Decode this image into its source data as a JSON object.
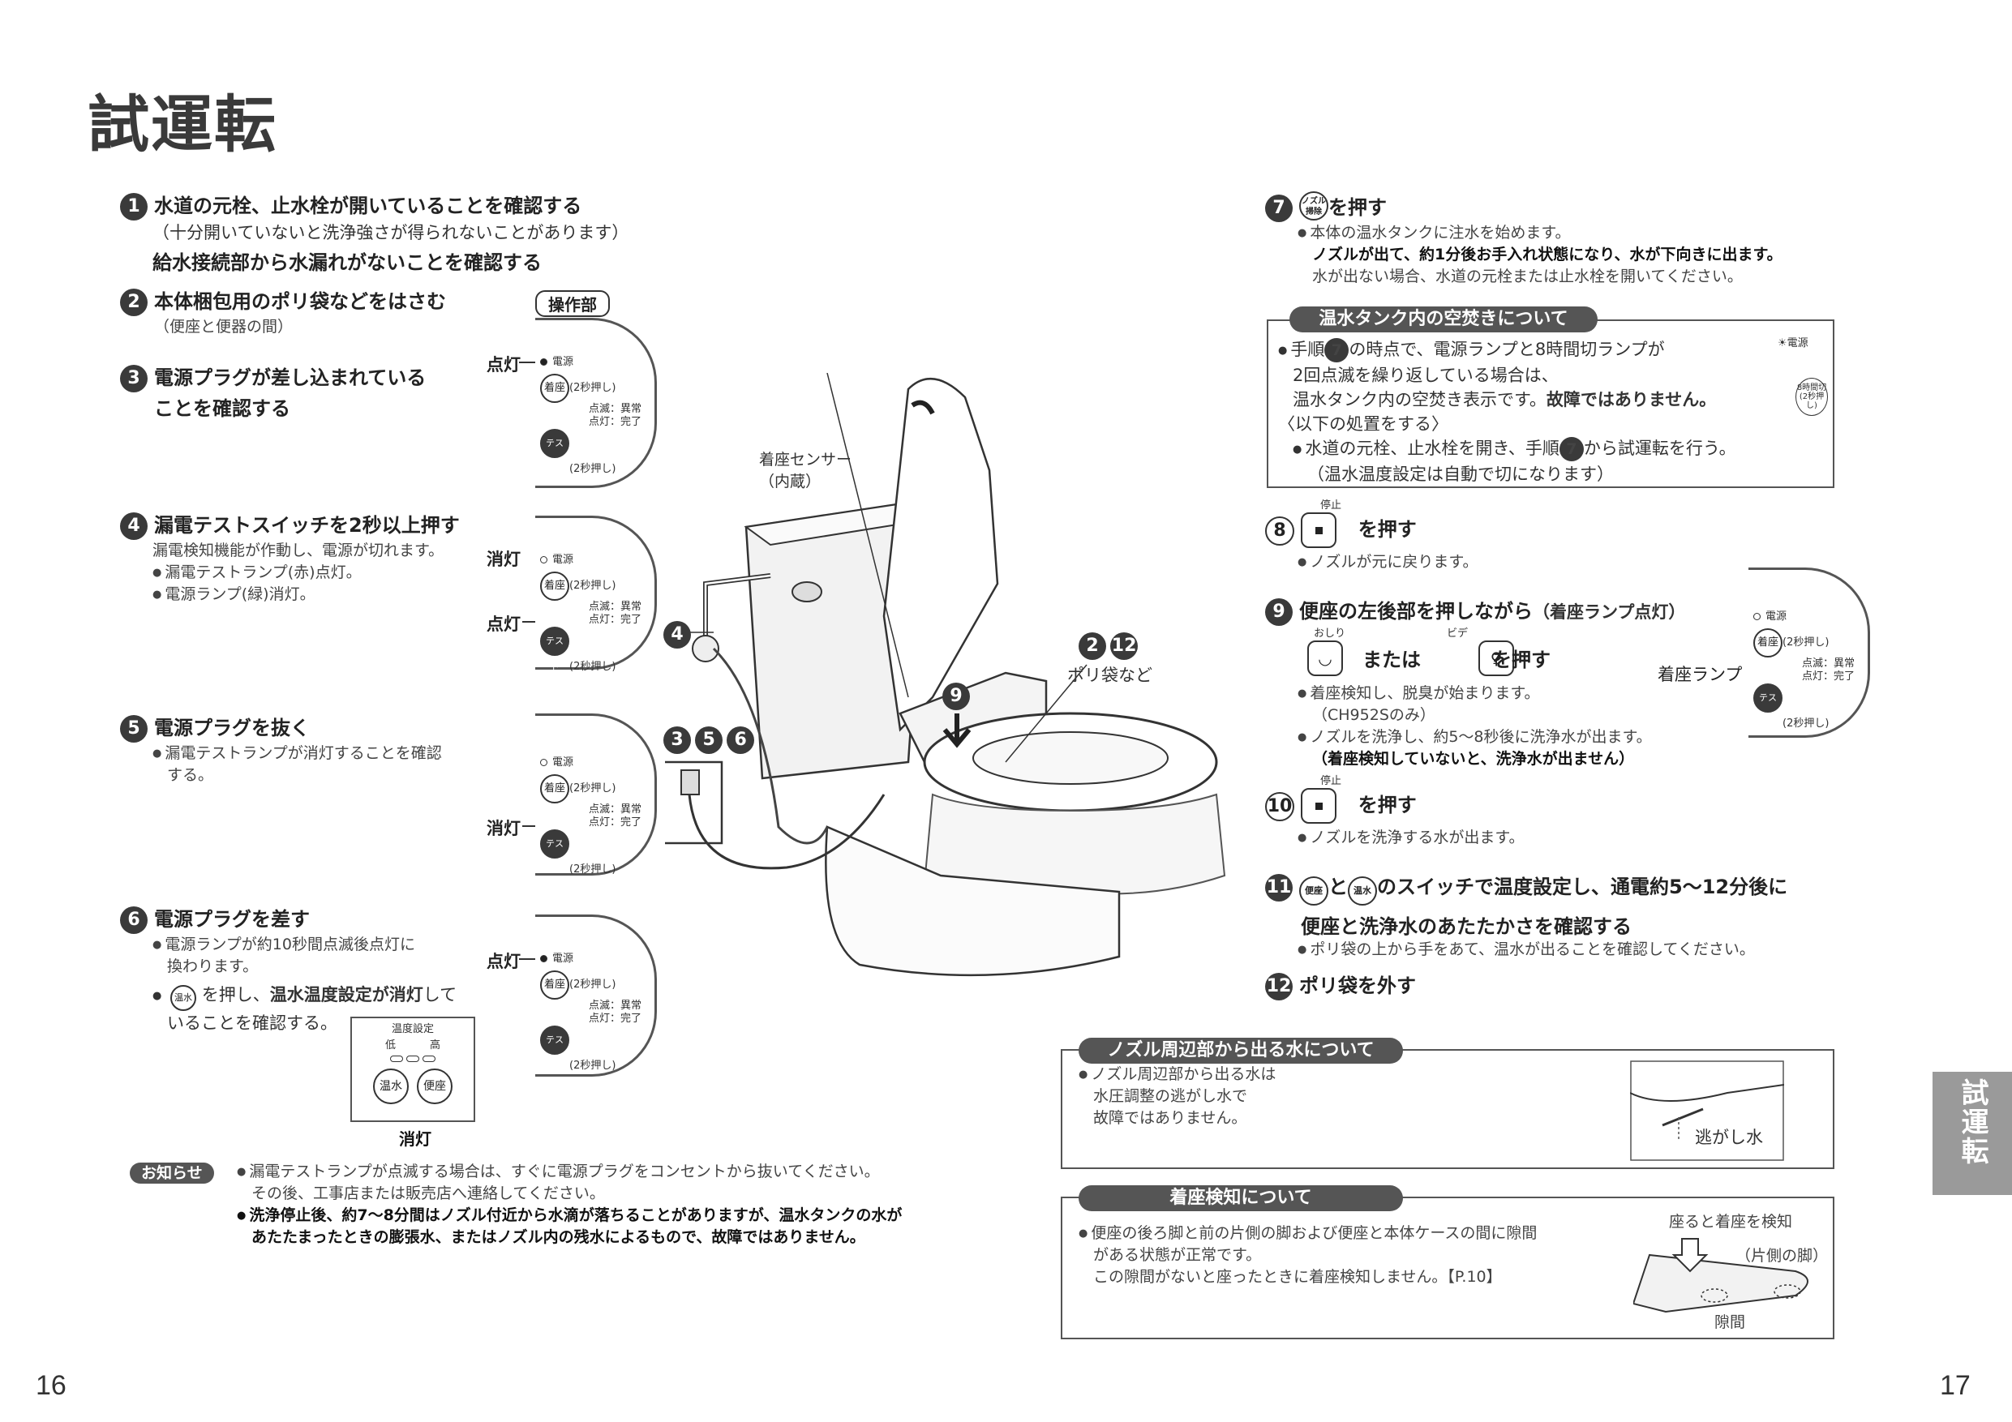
{
  "page": {
    "title": "試運転",
    "page_left": "16",
    "page_right": "17",
    "side_tab": "試運転"
  },
  "steps": {
    "s1": {
      "num": "1",
      "title": "水道の元栓、止水栓が開いていることを確認する",
      "note": "（十分開いていないと洗浄強さが得られないことがあります）",
      "line2": "給水接続部から水漏れがないことを確認する"
    },
    "s2": {
      "num": "2",
      "title": "本体梱包用のポリ袋などをはさむ",
      "note": "（便座と便器の間）"
    },
    "s3": {
      "num": "3",
      "title1": "電源プラグが差し込まれている",
      "title2": "ことを確認する"
    },
    "s4": {
      "num": "4",
      "title": "漏電テストスイッチを2秒以上押す",
      "note": "漏電検知機能が作動し、電源が切れます。",
      "b1": "漏電テストランプ(赤)点灯。",
      "b2": "電源ランプ(緑)消灯。"
    },
    "s5": {
      "num": "5",
      "title": "電源プラグを抜く",
      "b1a": "漏電テストランプが消灯することを確認",
      "b1b": "する。"
    },
    "s6": {
      "num": "6",
      "title": "電源プラグを差す",
      "b1a": "電源ランプが約10秒間点滅後点灯に",
      "b1b": "換わります。",
      "b2_btn": "温水",
      "b2a": "を押し、",
      "b2b": "温水温度設定が消灯",
      "b2c": "して",
      "b2d": "いることを確認する。"
    },
    "s7": {
      "num": "7",
      "btn": "ノズル掃除",
      "title": "を押す",
      "b1": "本体の温水タンクに注水を始めます。",
      "b2": "ノズルが出て、約1分後お手入れ状態になり、水が下向きに出ます。",
      "b3": "水が出ない場合、水道の元栓または止水栓を開いてください。"
    },
    "s8": {
      "num": "8",
      "key_label": "停止",
      "title": "を押す",
      "b1": "ノズルが元に戻ります。"
    },
    "s9": {
      "num": "9",
      "title": "便座の左後部を押しながら",
      "title_note": "（着座ランプ点灯）",
      "btn1_label": "おしり",
      "btn2_label": "ビデ",
      "mata": "または",
      "oshite": "を押す",
      "b1": "着座検知し、脱臭が始まります。",
      "b1n": "（CH952Sのみ）",
      "b2": "ノズルを洗浄し、約5～8秒後に洗浄水が出ます。",
      "b2n": "（着座検知していないと、洗浄水が出ません）"
    },
    "s10": {
      "num": "10",
      "key_label": "停止",
      "title": "を押す",
      "b1": "ノズルを洗浄する水が出ます。"
    },
    "s11": {
      "num": "11",
      "btn1": "便座",
      "to": "と",
      "btn2": "温水",
      "title1": "のスイッチで温度設定し、通電約5～12分後に",
      "title2": "便座と洗浄水のあたたかさを確認する",
      "b1": "ポリ袋の上から手をあて、温水が出ることを確認してください。"
    },
    "s12": {
      "num": "12",
      "title": "ポリ袋を外す"
    }
  },
  "panels": {
    "header": "操作部",
    "p1": {
      "status": "点灯",
      "l1": "電源",
      "btn1": "着座",
      "b1n": "(2秒押し)",
      "l2a": "点滅：異常",
      "l2b": "点灯：完了",
      "btn2": "テスト",
      "b2n": "(2秒押し)"
    },
    "p2": {
      "status_top": "消灯",
      "status_bot": "点灯",
      "l1": "電源",
      "btn1": "着座",
      "b1n": "(2秒押し)",
      "l2a": "点滅：異常",
      "l2b": "点灯：完了",
      "btn2": "テスト",
      "b2n": "(2秒押し)"
    },
    "p3": {
      "status": "消灯",
      "l1": "電源",
      "btn1": "着座",
      "b1n": "(2秒押し)",
      "l2a": "点滅：異常",
      "l2b": "点灯：完了",
      "btn2": "テスト",
      "b2n": "(2秒押し)"
    },
    "p4": {
      "status": "点灯",
      "l1": "電源",
      "btn1": "着座",
      "b1n": "(2秒押し)",
      "l2a": "点滅：異常",
      "l2b": "点灯：完了",
      "btn2": "テスト",
      "b2n": "(2秒押し)"
    },
    "p5": {
      "status": "着座ランプ",
      "l1": "電源",
      "btn1": "着座",
      "b1n": "(2秒押し)",
      "l2a": "点滅：異常",
      "l2b": "点灯：完了",
      "btn2": "テスト",
      "b2n": "(2秒押し)"
    },
    "temp": {
      "title": "温度設定",
      "low": "低",
      "high": "高",
      "btn1": "温水",
      "btn2": "便座",
      "caption": "消灯"
    }
  },
  "diagram": {
    "sensor1": "着座センサー",
    "sensor2": "（内蔵）",
    "callout_4": "4",
    "callout_356": [
      "3",
      "5",
      "6"
    ],
    "callout_9": "9",
    "callout_212": [
      "2",
      "12"
    ],
    "bag": "ポリ袋など"
  },
  "box_tank": {
    "head": "温水タンク内の空焚きについて",
    "l1a": "手順",
    "l1num": "7",
    "l1b": "の時点で、電源ランプと8時間切ランプが",
    "l2": "2回点滅を繰り返している場合は、",
    "l3a": "温水タンク内の空焚き表示です。",
    "l3b": "故障ではありません。",
    "l4": "〈以下の処置をする〉",
    "l5a": "水道の元栓、止水栓を開き、手順",
    "l5num": "7",
    "l5b": "から試運転を行う。",
    "l6": "（温水温度設定は自動で切になります）",
    "lamp1": "電源",
    "lamp2a": "8時間切",
    "lamp2b": "(2秒押し)"
  },
  "box_nozzle": {
    "head": "ノズル周辺部から出る水について",
    "l1": "ノズル周辺部から出る水は",
    "l2": "水圧調整の逃がし水で",
    "l3": "故障ではありません。",
    "fig_label": "逃がし水"
  },
  "box_seat": {
    "head": "着座検知について",
    "l1": "便座の後ろ脚と前の片側の脚および便座と本体ケースの間に隙間",
    "l2": "がある状態が正常です。",
    "l3": "この隙間がないと座ったときに着座検知しません。【P.10】",
    "fig1": "座ると着座を検知",
    "fig2": "（片側の脚）",
    "fig3": "隙間"
  },
  "notice": {
    "badge": "お知らせ",
    "n1a": "漏電テストランプが点滅する場合は、すぐに電源プラグをコンセントから抜いてください。",
    "n1b": "その後、工事店または販売店へ連絡してください。",
    "n2a": "洗浄停止後、約7～8分間はノズル付近から水滴が落ちることがありますが、温水タンクの水が",
    "n2b": "あたたまったときの膨張水、またはノズル内の残水によるもので、故障ではありません。"
  }
}
